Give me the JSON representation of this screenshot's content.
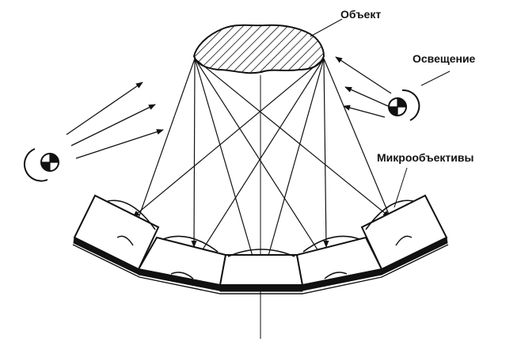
{
  "diagram": {
    "labels": {
      "object": "Объект",
      "illumination": "Освещение",
      "microlenses": "Микрообъективы"
    },
    "colors": {
      "ink": "#111111",
      "background": "#ffffff"
    },
    "icons": [
      "light-source-icon"
    ]
  }
}
